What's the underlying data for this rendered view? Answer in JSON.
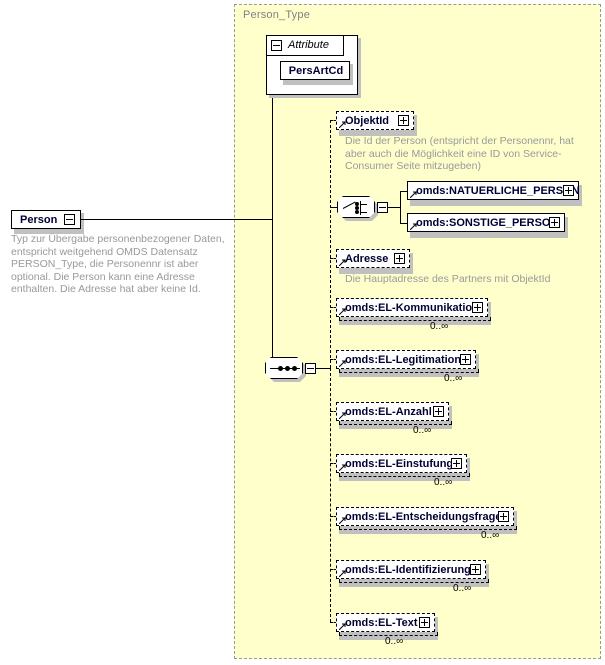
{
  "diagram": {
    "type": "xml-schema-diagram",
    "root_element": {
      "name": "Person",
      "annotation": "Typ zur Übergabe personenbezogener Daten, entspricht weitgehend OMDS Datensatz PERSON_Type, die Personennr ist aber optional. Die Person kann eine Adresse enthalten. Die Adresse hat aber keine Id.",
      "collapse_icon": "minus-icon"
    },
    "complex_type": {
      "label": "Person_Type",
      "border_color": "#999999",
      "fill_color": "#ffffcc"
    },
    "attribute_group": {
      "label": "Attribute",
      "collapse_icon": "minus-icon",
      "attributes": [
        {
          "name": "PersArtCd"
        }
      ]
    },
    "sequence_compositor": {
      "kind": "sequence",
      "icon": "sequence-icon",
      "collapse_icon": "minus-icon"
    },
    "choice_compositor": {
      "kind": "choice",
      "icon": "choice-icon",
      "collapse_icon": "minus-icon",
      "options": [
        {
          "name": "omds:NATUERLICHE_PERSON",
          "style": "solid",
          "expand_icon": "plus-icon",
          "reference": true
        },
        {
          "name": "omds:SONSTIGE_PERSON",
          "style": "solid",
          "expand_icon": "plus-icon",
          "reference": true
        }
      ]
    },
    "children": [
      {
        "name": "ObjektId",
        "style": "dashed",
        "optional": true,
        "expand_icon": "plus-icon",
        "reference": true,
        "occurrence": "",
        "repeating": false,
        "annotation": "Die Id der Person (entspricht der Personennr, hat aber auch die Möglichkeit eine ID von Service-Consumer Seite mitzugeben)"
      },
      {
        "name": "Adresse",
        "style": "dashed",
        "optional": true,
        "expand_icon": "plus-icon",
        "reference": true,
        "occurrence": "",
        "repeating": false,
        "annotation": "Die Hauptadresse des Partners mit ObjektId"
      },
      {
        "name": "omds:EL-Kommunikation",
        "style": "dashed",
        "optional": true,
        "expand_icon": "plus-icon",
        "reference": true,
        "occurrence": "0..∞",
        "repeating": true,
        "annotation": ""
      },
      {
        "name": "omds:EL-Legitimation",
        "style": "dashed",
        "optional": true,
        "expand_icon": "plus-icon",
        "reference": true,
        "occurrence": "0..∞",
        "repeating": true,
        "annotation": ""
      },
      {
        "name": "omds:EL-Anzahl",
        "style": "dashed",
        "optional": true,
        "expand_icon": "plus-icon",
        "reference": true,
        "occurrence": "0..∞",
        "repeating": true,
        "annotation": ""
      },
      {
        "name": "omds:EL-Einstufung",
        "style": "dashed",
        "optional": true,
        "expand_icon": "plus-icon",
        "reference": true,
        "occurrence": "0..∞",
        "repeating": true,
        "annotation": ""
      },
      {
        "name": "omds:EL-Entscheidungsfrage",
        "style": "dashed",
        "optional": true,
        "expand_icon": "plus-icon",
        "reference": true,
        "occurrence": "0..∞",
        "repeating": true,
        "annotation": ""
      },
      {
        "name": "omds:EL-Identifizierung",
        "style": "dashed",
        "optional": true,
        "expand_icon": "plus-icon",
        "reference": true,
        "occurrence": "0..∞",
        "repeating": true,
        "annotation": ""
      },
      {
        "name": "omds:EL-Text",
        "style": "dashed",
        "optional": true,
        "expand_icon": "plus-icon",
        "reference": true,
        "occurrence": "0..∞",
        "repeating": true,
        "annotation": ""
      }
    ]
  }
}
